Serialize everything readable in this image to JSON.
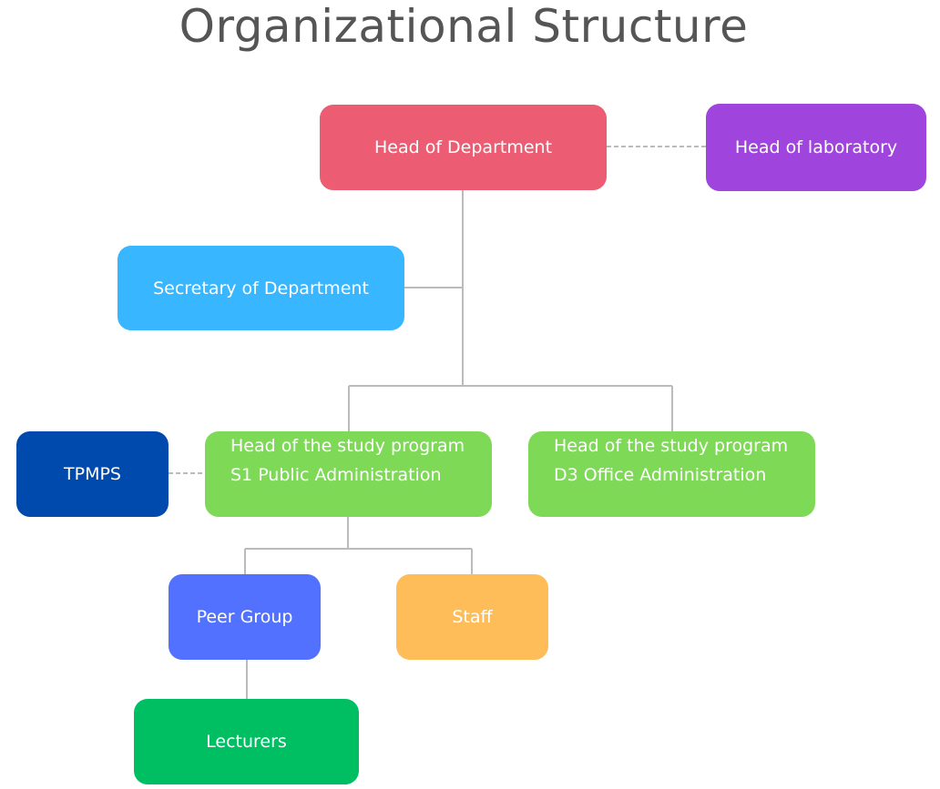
{
  "title": "Organizational Structure",
  "colors": {
    "head_of_department": "#EC5D73",
    "head_of_laboratory": "#A044DE",
    "secretary_of_department": "#38B6FF",
    "tpmps": "#004AAD",
    "study_program": "#7ED957",
    "peer_group": "#5271FF",
    "staff": "#FFBD59",
    "lecturers": "#00BF63",
    "connector": "#BBBBBB",
    "title_text": "#555555"
  },
  "nodes": {
    "head_of_department": {
      "label": "Head of Department"
    },
    "head_of_laboratory": {
      "label": "Head of laboratory"
    },
    "secretary_of_department": {
      "label": "Secretary of Department"
    },
    "tpmps": {
      "label": "TPMPS"
    },
    "s1_program": {
      "line1": "Head of the study program",
      "line2": "S1 Public Administration"
    },
    "d3_program": {
      "line1": "Head of the study program",
      "line2": "D3 Office Administration"
    },
    "peer_group": {
      "label": "Peer Group"
    },
    "staff": {
      "label": "Staff"
    },
    "lecturers": {
      "label": "Lecturers"
    }
  },
  "connections": [
    {
      "from": "head_of_department",
      "to": "head_of_laboratory",
      "style": "dashed"
    },
    {
      "from": "head_of_department",
      "to": "secretary_of_department",
      "style": "solid"
    },
    {
      "from": "head_of_department",
      "to": "s1_program",
      "style": "solid"
    },
    {
      "from": "head_of_department",
      "to": "d3_program",
      "style": "solid"
    },
    {
      "from": "s1_program",
      "to": "tpmps",
      "style": "dashed"
    },
    {
      "from": "s1_program",
      "to": "peer_group",
      "style": "solid"
    },
    {
      "from": "s1_program",
      "to": "staff",
      "style": "solid"
    },
    {
      "from": "peer_group",
      "to": "lecturers",
      "style": "solid"
    }
  ]
}
